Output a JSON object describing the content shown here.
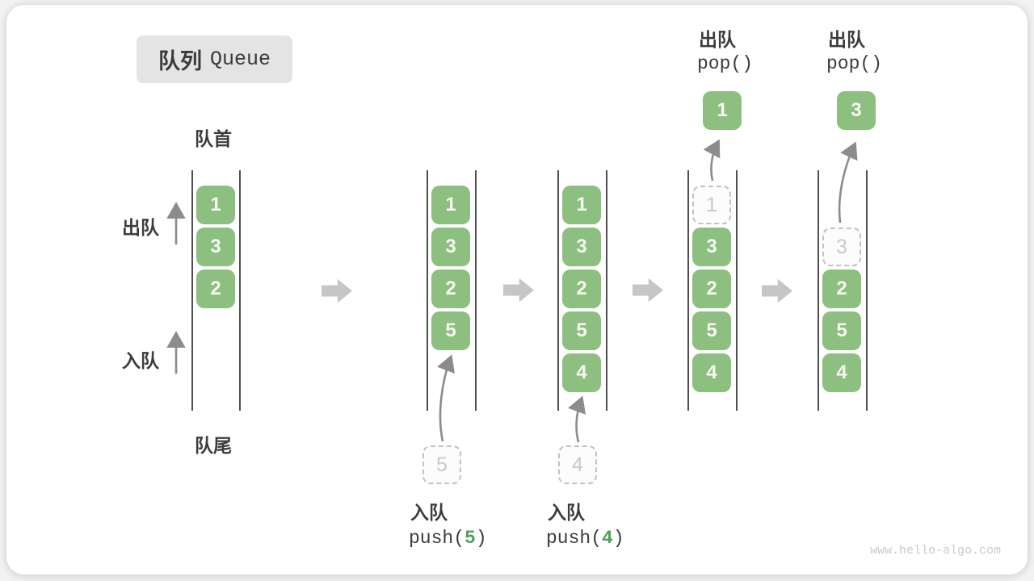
{
  "title": {
    "zh": "队列",
    "en": "Queue"
  },
  "labels": {
    "front": "队首",
    "rear": "队尾",
    "dequeue": "出队",
    "enqueue": "入队"
  },
  "operations": {
    "push5": {
      "name": "入队",
      "code_open": "push(",
      "arg": "5",
      "code_close": ")"
    },
    "push4": {
      "name": "入队",
      "code_open": "push(",
      "arg": "4",
      "code_close": ")"
    },
    "pop_first": {
      "name": "出队",
      "code": "pop()"
    },
    "pop_second": {
      "name": "出队",
      "code": "pop()"
    }
  },
  "states": [
    {
      "elements": [
        "1",
        "3",
        "2"
      ]
    },
    {
      "elements": [
        "1",
        "3",
        "2",
        "5"
      ],
      "incoming": "5"
    },
    {
      "elements": [
        "1",
        "3",
        "2",
        "5",
        "4"
      ],
      "incoming": "4"
    },
    {
      "ghost": "1",
      "elements": [
        "3",
        "2",
        "5",
        "4"
      ],
      "popped": "1"
    },
    {
      "ghost": "3",
      "elements": [
        "2",
        "5",
        "4"
      ],
      "popped": "3"
    }
  ],
  "watermark": "www.hello-algo.com",
  "colors": {
    "element_green": "#8cbf80",
    "arg_green": "#53a158",
    "ghost_gray": "#c2c2c2",
    "thin_arrow_gray": "#8c8c8c",
    "block_arrow_gray": "#c6c6c6",
    "text_dark": "#3c3c3c",
    "badge_bg": "#e4e4e4",
    "line_dark": "#4f4f4f"
  }
}
